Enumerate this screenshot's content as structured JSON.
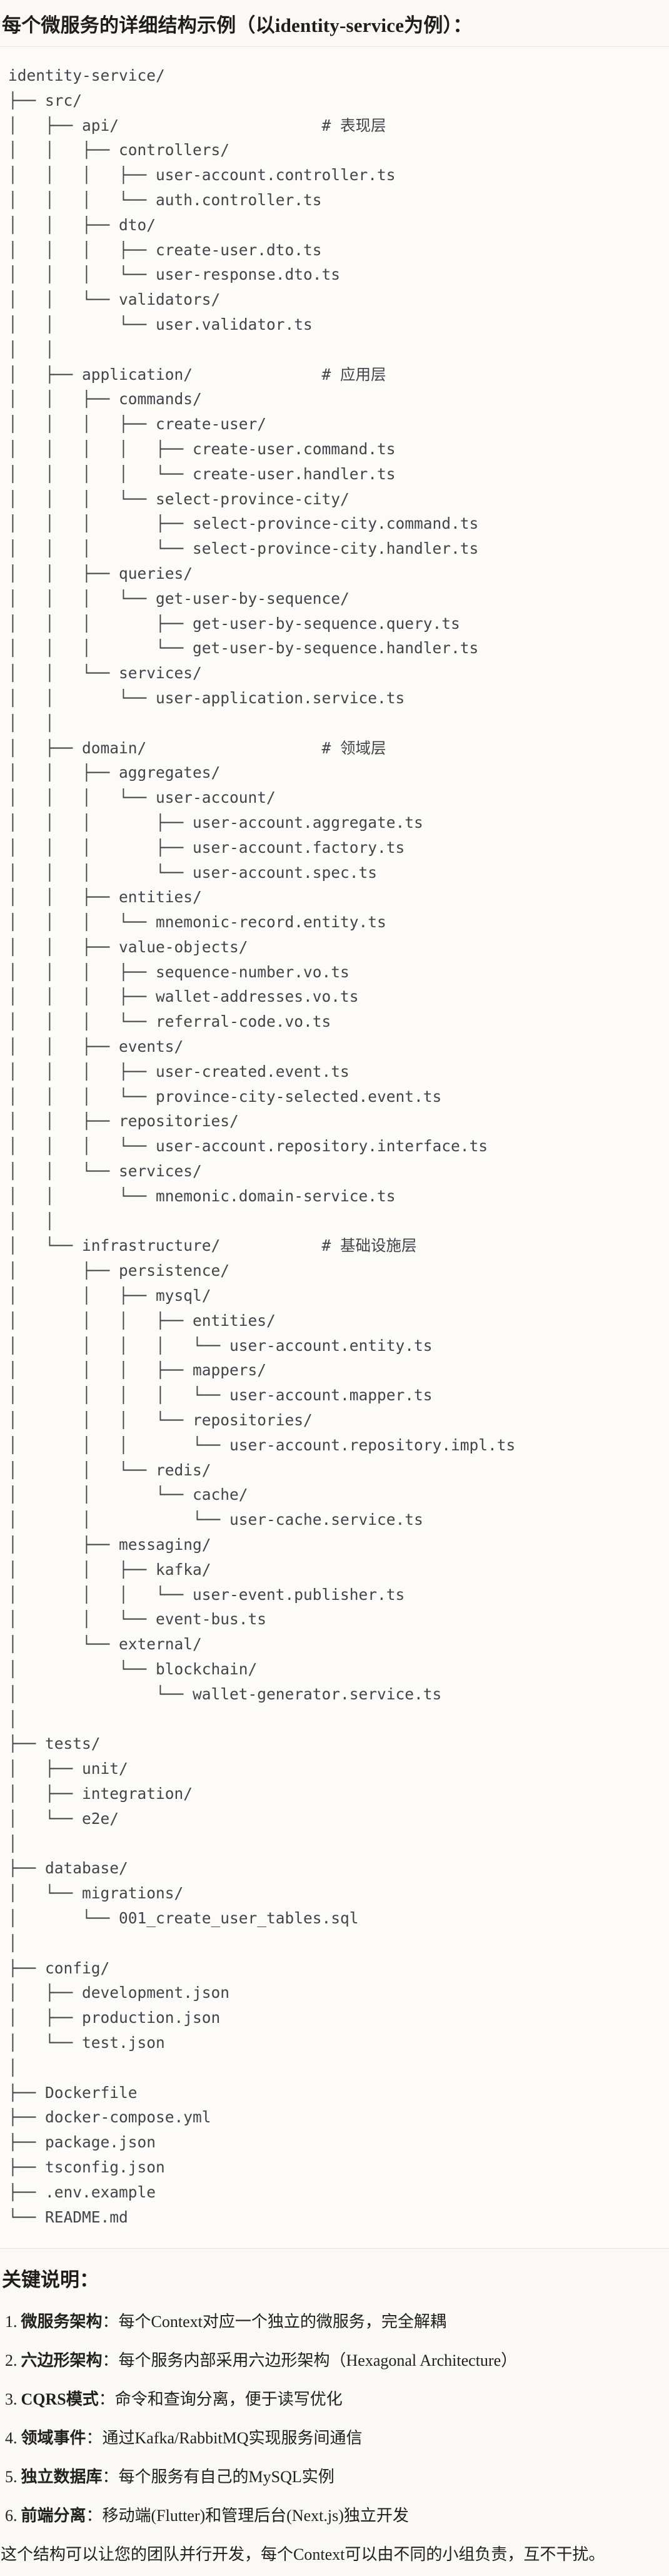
{
  "title": "每个微服务的详细结构示例（以identity-service为例）：",
  "code": {
    "lines": [
      "identity-service/",
      "├── src/",
      "│   ├── api/                      # 表现层",
      "│   │   ├── controllers/",
      "│   │   │   ├── user-account.controller.ts",
      "│   │   │   └── auth.controller.ts",
      "│   │   ├── dto/",
      "│   │   │   ├── create-user.dto.ts",
      "│   │   │   └── user-response.dto.ts",
      "│   │   └── validators/",
      "│   │       └── user.validator.ts",
      "│   │",
      "│   ├── application/              # 应用层",
      "│   │   ├── commands/",
      "│   │   │   ├── create-user/",
      "│   │   │   │   ├── create-user.command.ts",
      "│   │   │   │   └── create-user.handler.ts",
      "│   │   │   └── select-province-city/",
      "│   │   │       ├── select-province-city.command.ts",
      "│   │   │       └── select-province-city.handler.ts",
      "│   │   ├── queries/",
      "│   │   │   └── get-user-by-sequence/",
      "│   │   │       ├── get-user-by-sequence.query.ts",
      "│   │   │       └── get-user-by-sequence.handler.ts",
      "│   │   └── services/",
      "│   │       └── user-application.service.ts",
      "│   │",
      "│   ├── domain/                   # 领域层",
      "│   │   ├── aggregates/",
      "│   │   │   └── user-account/",
      "│   │   │       ├── user-account.aggregate.ts",
      "│   │   │       ├── user-account.factory.ts",
      "│   │   │       └── user-account.spec.ts",
      "│   │   ├── entities/",
      "│   │   │   └── mnemonic-record.entity.ts",
      "│   │   ├── value-objects/",
      "│   │   │   ├── sequence-number.vo.ts",
      "│   │   │   ├── wallet-addresses.vo.ts",
      "│   │   │   └── referral-code.vo.ts",
      "│   │   ├── events/",
      "│   │   │   ├── user-created.event.ts",
      "│   │   │   └── province-city-selected.event.ts",
      "│   │   ├── repositories/",
      "│   │   │   └── user-account.repository.interface.ts",
      "│   │   └── services/",
      "│   │       └── mnemonic.domain-service.ts",
      "│   │",
      "│   └── infrastructure/           # 基础设施层",
      "│       ├── persistence/",
      "│       │   ├── mysql/",
      "│       │   │   ├── entities/",
      "│       │   │   │   └── user-account.entity.ts",
      "│       │   │   ├── mappers/",
      "│       │   │   │   └── user-account.mapper.ts",
      "│       │   │   └── repositories/",
      "│       │   │       └── user-account.repository.impl.ts",
      "│       │   └── redis/",
      "│       │       └── cache/",
      "│       │           └── user-cache.service.ts",
      "│       ├── messaging/",
      "│       │   ├── kafka/",
      "│       │   │   └── user-event.publisher.ts",
      "│       │   └── event-bus.ts",
      "│       └── external/",
      "│           └── blockchain/",
      "│               └── wallet-generator.service.ts",
      "│",
      "├── tests/",
      "│   ├── unit/",
      "│   ├── integration/",
      "│   └── e2e/",
      "│",
      "├── database/",
      "│   └── migrations/",
      "│       └── 001_create_user_tables.sql",
      "│",
      "├── config/",
      "│   ├── development.json",
      "│   ├── production.json",
      "│   └── test.json",
      "│",
      "├── Dockerfile",
      "├── docker-compose.yml",
      "├── package.json",
      "├── tsconfig.json",
      "├── .env.example",
      "└── README.md"
    ]
  },
  "notes": {
    "title": "关键说明：",
    "items": [
      {
        "number": "1.",
        "label": "微服务架构",
        "text": "：每个Context对应一个独立的微服务，完全解耦"
      },
      {
        "number": "2.",
        "label": "六边形架构",
        "text": "：每个服务内部采用六边形架构（Hexagonal Architecture）"
      },
      {
        "number": "3.",
        "label": "CQRS模式",
        "text": "：命令和查询分离，便于读写优化"
      },
      {
        "number": "4.",
        "label": "领域事件",
        "text": "：通过Kafka/RabbitMQ实现服务间通信"
      },
      {
        "number": "5.",
        "label": "独立数据库",
        "text": "：每个服务有自己的MySQL实例"
      },
      {
        "number": "6.",
        "label": "前端分离",
        "text": "：移动端(Flutter)和管理后台(Next.js)独立开发"
      }
    ]
  },
  "closing": "这个结构可以让您的团队并行开发，每个Context可以由不同的小组负责，互不干扰。",
  "colors": {
    "page_bg": "#faf9f5",
    "code_bg": "#fcfbf8",
    "code_border": "#e8e5de",
    "tree_text": "#41454b",
    "heading_text": "#1f1d18",
    "body_text": "#21201c"
  }
}
